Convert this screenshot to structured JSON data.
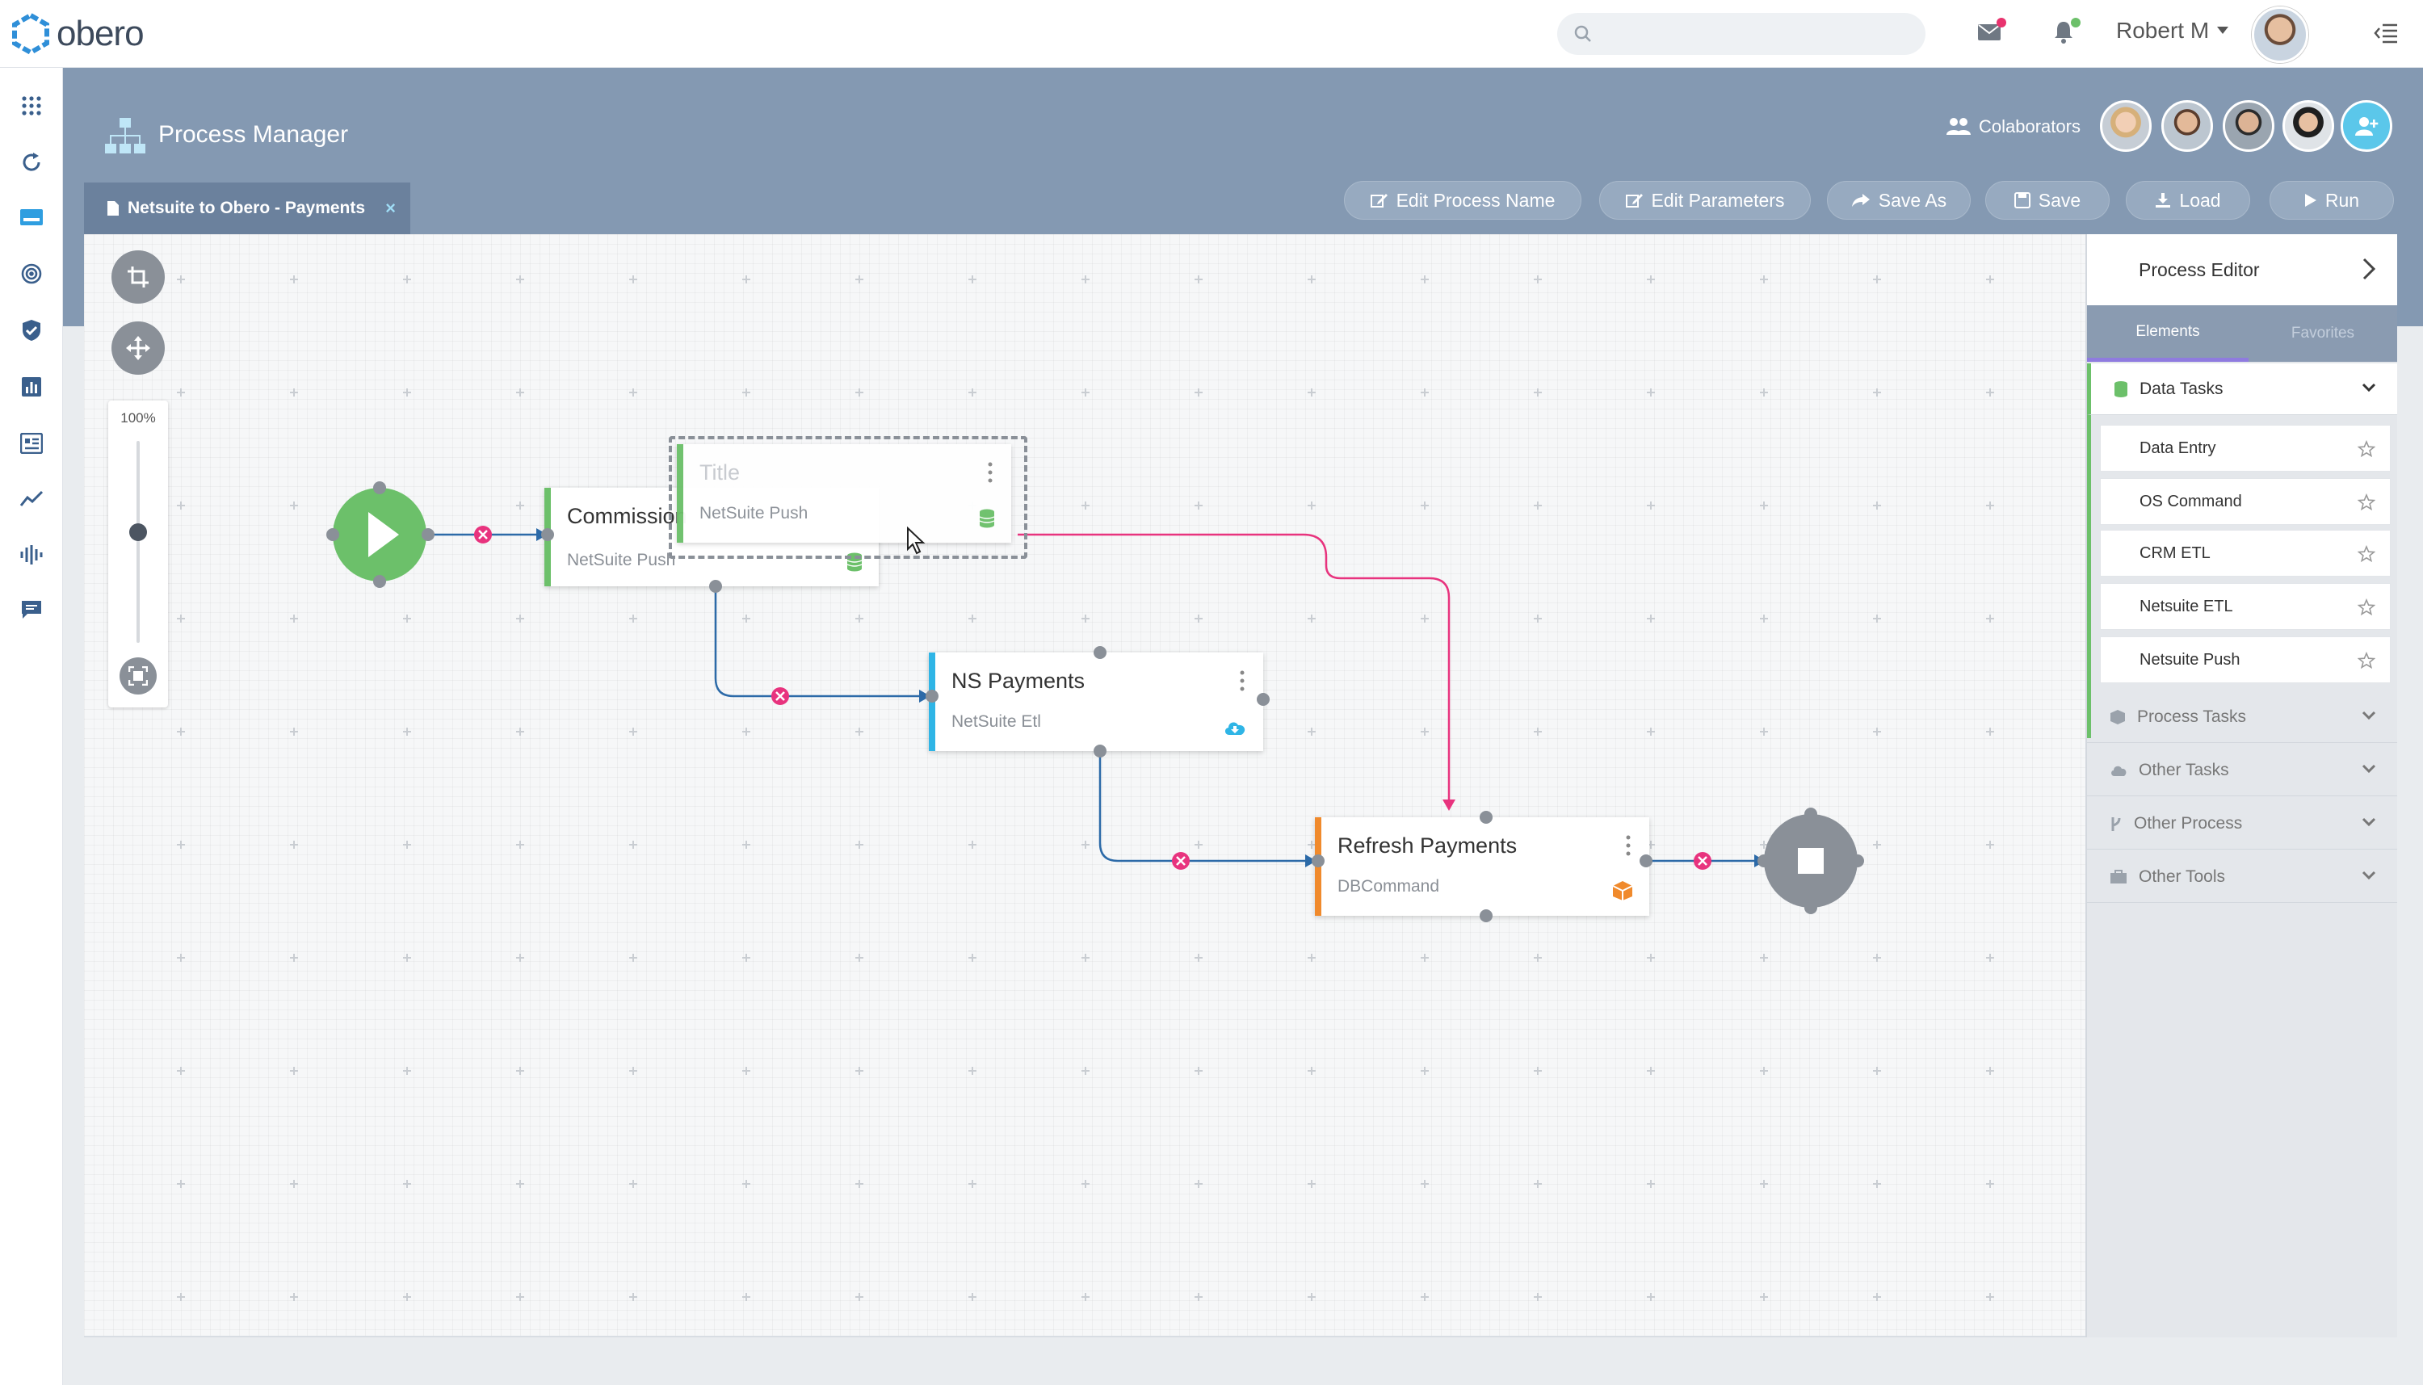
{
  "app": {
    "name": "obero"
  },
  "topbar": {
    "search": {
      "placeholder": ""
    },
    "user": {
      "name": "Robert M"
    },
    "colors": {
      "mail_dot": "#e8336e",
      "bell_dot": "#6cc06a"
    }
  },
  "leftrail": {
    "items": [
      {
        "icon": "apps-grid-icon"
      },
      {
        "icon": "refresh-icon"
      },
      {
        "icon": "process-board-icon",
        "active": true
      },
      {
        "icon": "radar-icon"
      },
      {
        "icon": "shield-check-icon"
      },
      {
        "icon": "bar-chart-icon"
      },
      {
        "icon": "report-icon"
      },
      {
        "icon": "trend-line-icon"
      },
      {
        "icon": "waveform-icon"
      },
      {
        "icon": "chat-icon"
      }
    ]
  },
  "header": {
    "title": "Process Manager",
    "collaborators_label": "Colaborators",
    "doc_tab": {
      "label": "Netsuite to Obero - Payments",
      "close": "×"
    },
    "toolbar": {
      "edit_name": "Edit Process Name",
      "edit_params": "Edit Parameters",
      "save_as": "Save As",
      "save": "Save",
      "load": "Load",
      "run": "Run"
    }
  },
  "canvas": {
    "zoom": "100%",
    "nodes": {
      "commission": {
        "title": "Commission",
        "subtitle": "NetSuite Push",
        "color": "#6cc06a",
        "icon": "database-icon"
      },
      "dragging": {
        "title": "Title",
        "subtitle": "NetSuite Push",
        "color": "#6cc06a",
        "icon": "database-icon"
      },
      "ns_payments": {
        "title": "NS Payments",
        "subtitle": "NetSuite Etl",
        "color": "#2fb5e6",
        "icon": "cloud-download-icon"
      },
      "refresh_payments": {
        "title": "Refresh Payments",
        "subtitle": "DBCommand",
        "color": "#f08a2c",
        "icon": "box-icon"
      }
    },
    "colors": {
      "edge": "#2c6aa8",
      "pink_edge": "#e8337e",
      "start": "#6cc06a",
      "end": "#8a9098"
    }
  },
  "panel": {
    "title": "Process Editor",
    "tabs": {
      "elements": "Elements",
      "favorites": "Favorites"
    },
    "categories": {
      "data": "Data Tasks",
      "process": "Process Tasks",
      "other_tasks": "Other Tasks",
      "other_process": "Other Process",
      "other_tools": "Other Tools"
    },
    "data_items": [
      "Data Entry",
      "OS Command",
      "CRM ETL",
      "Netsuite ETL",
      "Netsuite Push"
    ]
  }
}
